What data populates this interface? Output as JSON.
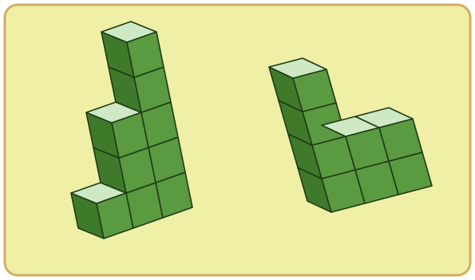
{
  "colors": {
    "panel_fill": "#efefa6",
    "panel_border": "#d3ad62",
    "cube_front": "#5a9a40",
    "cube_side": "#3f7a2a",
    "cube_top": "#cfe9c4",
    "cube_edge": "#1e3a16"
  },
  "figures": [
    {
      "name": "left-cube-structure",
      "columns": [
        {
          "height": 1,
          "label": "column-1"
        },
        {
          "height": 3,
          "label": "column-2"
        },
        {
          "height": 5,
          "label": "column-3"
        }
      ]
    },
    {
      "name": "right-cube-structure",
      "columns": [
        {
          "height": 4,
          "label": "column-1"
        },
        {
          "height": 2,
          "label": "column-2"
        },
        {
          "height": 2,
          "label": "column-3"
        }
      ]
    }
  ]
}
